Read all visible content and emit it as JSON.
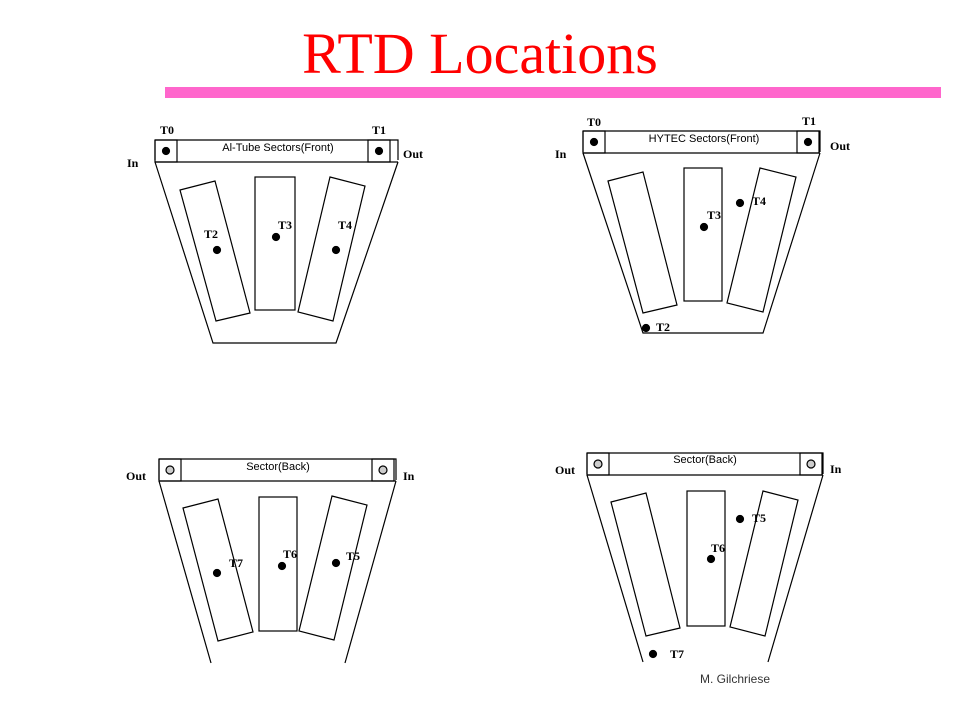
{
  "slide": {
    "title": "RTD Locations",
    "footer": "M. Gilchriese"
  },
  "colors": {
    "title": "#ff0000",
    "accent_bar": "#ff66cc",
    "back_sensor_fill": "#cccccc"
  },
  "diagrams": {
    "top_left": {
      "caption": "Al-Tube Sectors(Front)",
      "port_left": "In",
      "port_right": "Out",
      "sensor_labels": [
        "T0",
        "T1",
        "T2",
        "T3",
        "T4"
      ]
    },
    "top_right": {
      "caption": "HYTEC Sectors(Front)",
      "port_left": "In",
      "port_right": "Out",
      "sensor_labels": [
        "T0",
        "T1",
        "T2",
        "T3",
        "T4"
      ]
    },
    "bottom_left": {
      "caption": "Sector(Back)",
      "port_left": "Out",
      "port_right": "In",
      "sensor_labels": [
        "T5",
        "T6",
        "T7"
      ]
    },
    "bottom_right": {
      "caption": "Sector(Back)",
      "port_left": "Out",
      "port_right": "In",
      "sensor_labels": [
        "T5",
        "T6",
        "T7"
      ]
    }
  }
}
